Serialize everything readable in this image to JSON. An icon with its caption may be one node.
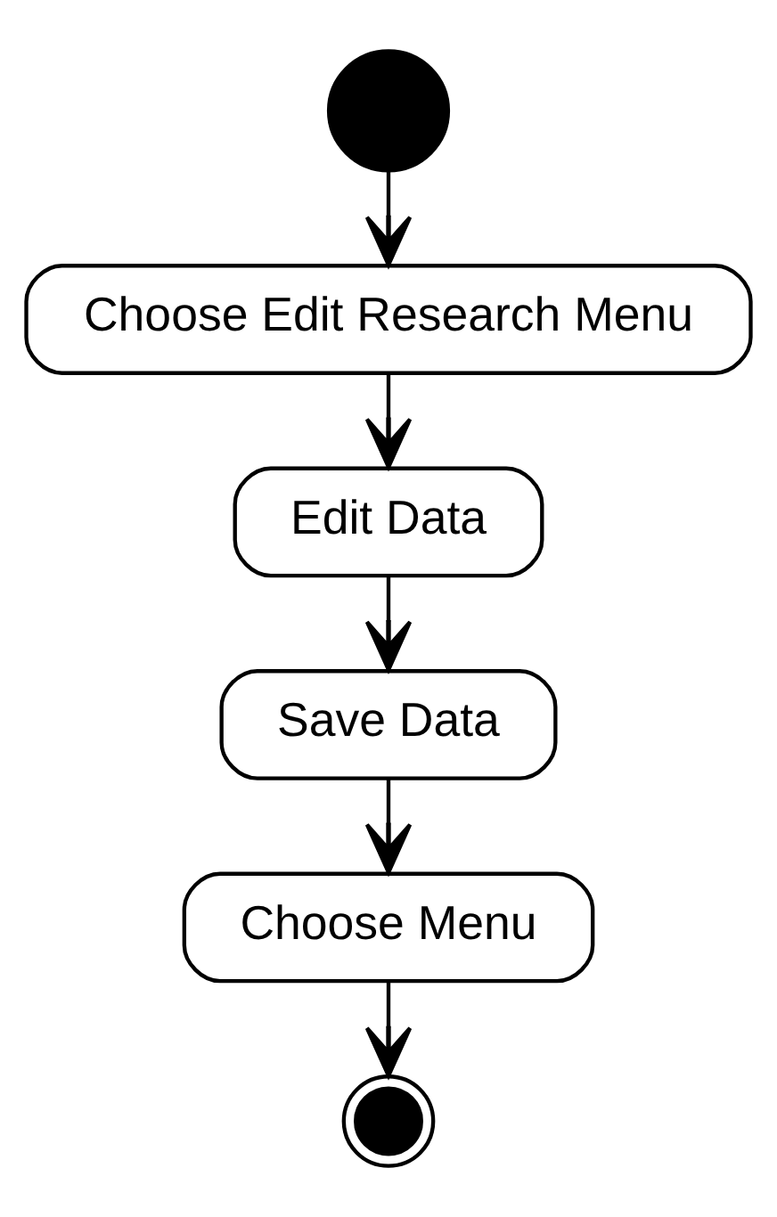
{
  "diagram": {
    "nodes": [
      {
        "text": [],
        "shape": "circle"
      },
      {
        "text": [
          "Choose Edit Research Menu"
        ]
      },
      {
        "text": [
          "Edit Data"
        ]
      },
      {
        "text": [
          "Save Data"
        ]
      },
      {
        "text": [
          "Choose Menu"
        ]
      },
      {
        "text": [],
        "shape": "bullseye"
      }
    ],
    "edges": [
      {
        "from": 0,
        "to": 1,
        "arrow": "to"
      },
      {
        "from": 1,
        "to": 2,
        "arrow": "to"
      },
      {
        "from": 2,
        "to": 3,
        "arrow": "to"
      },
      {
        "from": 3,
        "to": 4,
        "arrow": "to"
      },
      {
        "from": 4,
        "to": 5,
        "arrow": "to"
      }
    ]
  }
}
